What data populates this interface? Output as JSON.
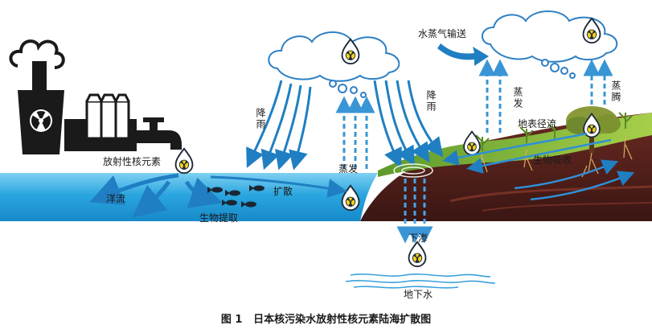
{
  "labels": {
    "nuclide": "放射性核元素",
    "ocean_current": "洋流",
    "bio_uptake": "生物提取",
    "diffusion": "扩散",
    "rain_left": "降雨",
    "rain_right": "降雨",
    "evaporation": "蒸发",
    "vapor_transport": "水蒸气输送",
    "evaporation_land": "蒸发",
    "transpiration": "蒸腾",
    "surface_runoff": "地表径流",
    "plant_absorption": "生物吸收",
    "infiltration": "下渗",
    "groundwater": "地下水"
  },
  "caption": {
    "number": "图 1",
    "title": "日本核污染水放射性核元素陆海扩散图"
  },
  "colors": {
    "sea": "#2aa6df",
    "arrow": "#1f7fc2",
    "soil_dark": "#4a1e1c",
    "grass": "#7cb53b",
    "plant_dark": "#1c1c1c"
  }
}
